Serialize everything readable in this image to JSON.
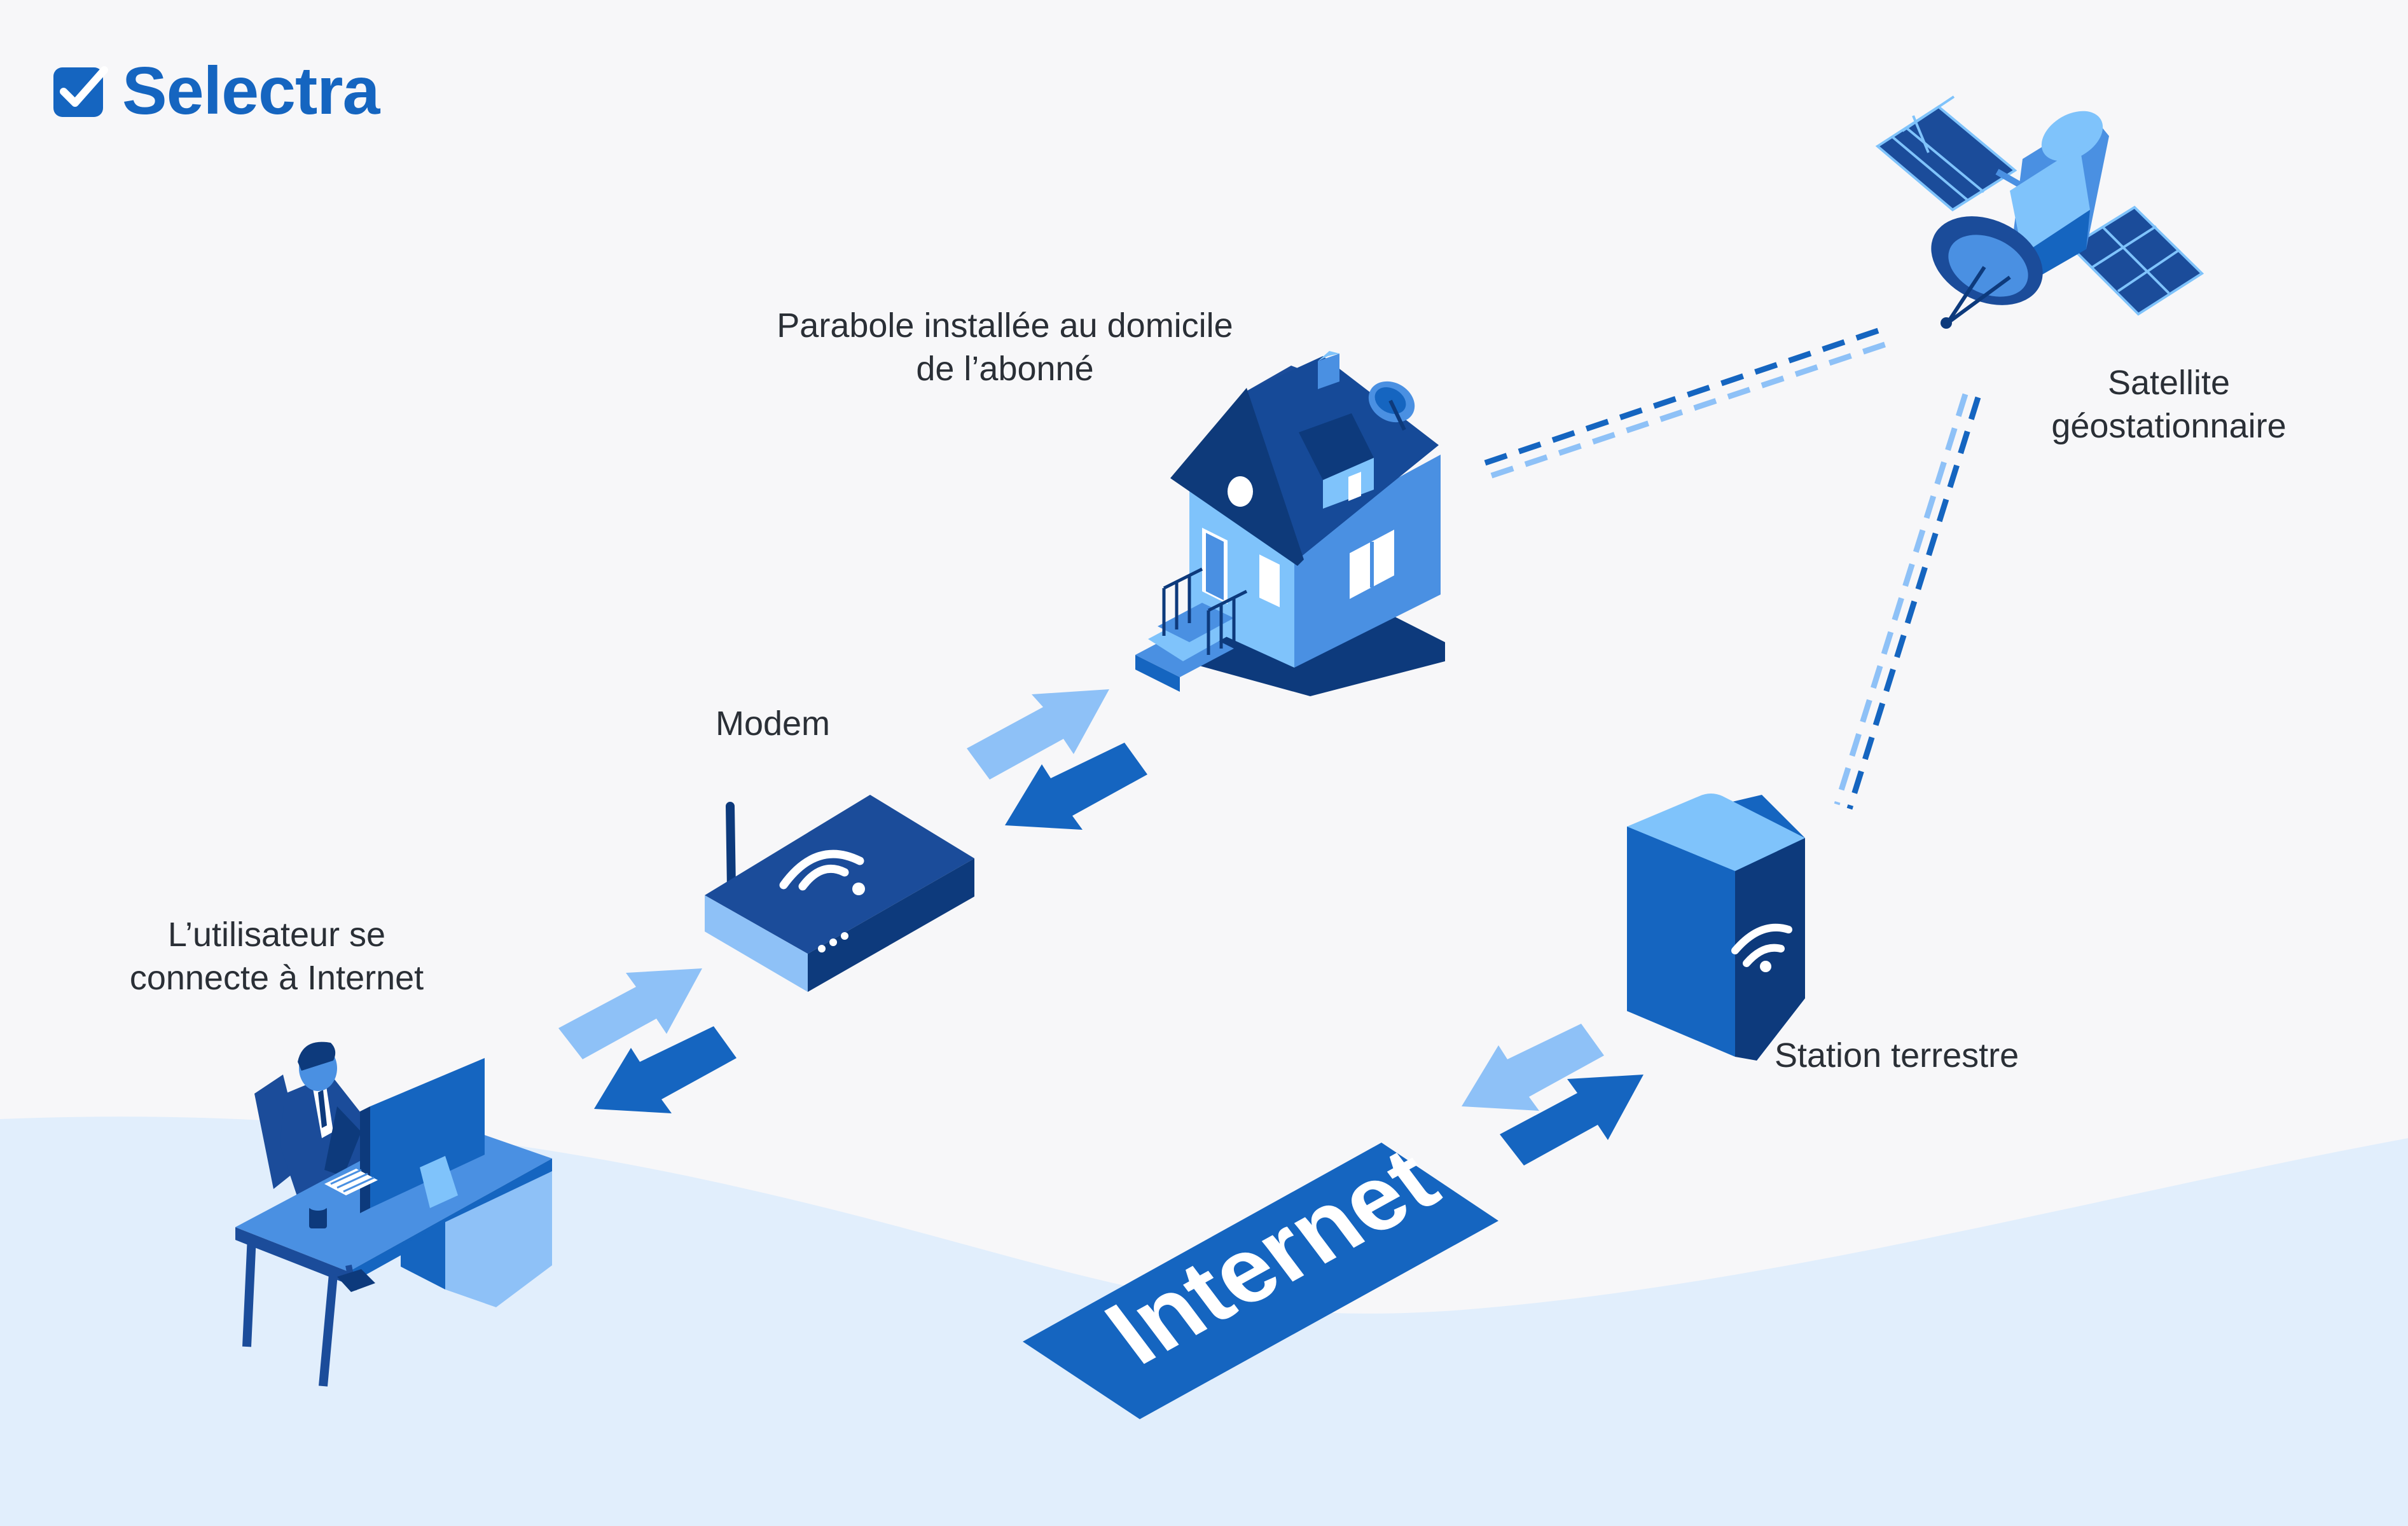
{
  "brand": {
    "name": "Selectra",
    "icon": "checkbox-check-icon",
    "color": "#1565c0"
  },
  "labels": {
    "dish": [
      "Parabole installée au domicile",
      "de l’abonné"
    ],
    "satellite": [
      "Satellite",
      "géostationnaire"
    ],
    "modem": "Modem",
    "user": [
      "L’utilisateur se",
      "connecte à Internet"
    ],
    "station": "Station terrestre",
    "internet": "Internet"
  },
  "colors": {
    "dark_blue": "#0b5fc4",
    "navy": "#0f3a7a",
    "mid_blue": "#4a90e2",
    "light_blue": "#8ec1f7",
    "pale_blue": "#e1eefc",
    "background": "#f7f7f9"
  }
}
